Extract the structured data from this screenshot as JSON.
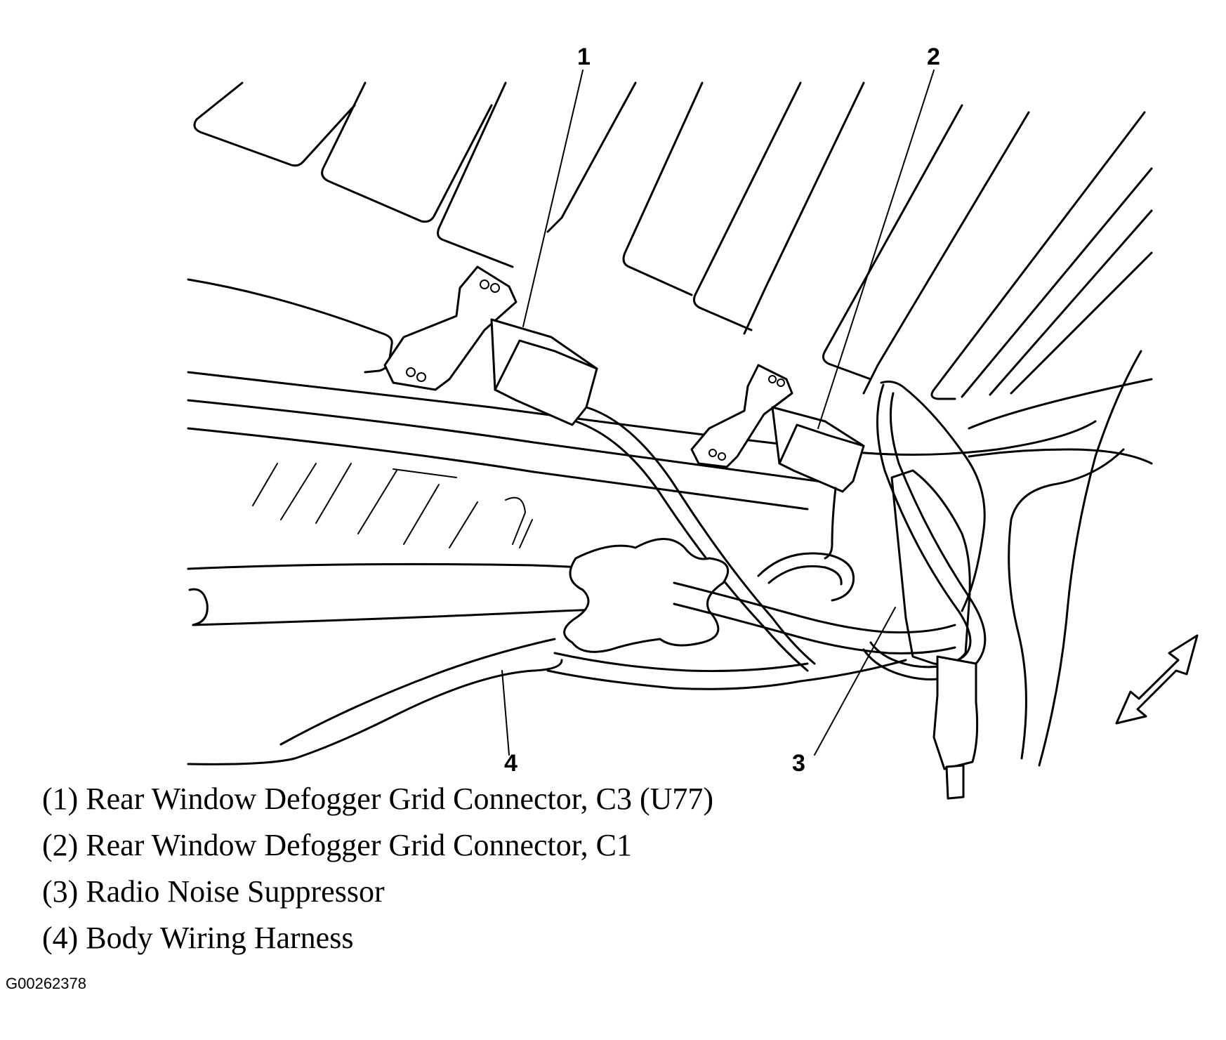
{
  "callouts": [
    {
      "number": "1"
    },
    {
      "number": "2"
    },
    {
      "number": "3"
    },
    {
      "number": "4"
    }
  ],
  "legend": [
    "(1) Rear Window Defogger Grid Connector, C3 (U77)",
    "(2) Rear Window Defogger Grid Connector, C1",
    "(3) Radio Noise Suppressor",
    "(4) Body Wiring Harness"
  ],
  "figure_id": "G00262378"
}
